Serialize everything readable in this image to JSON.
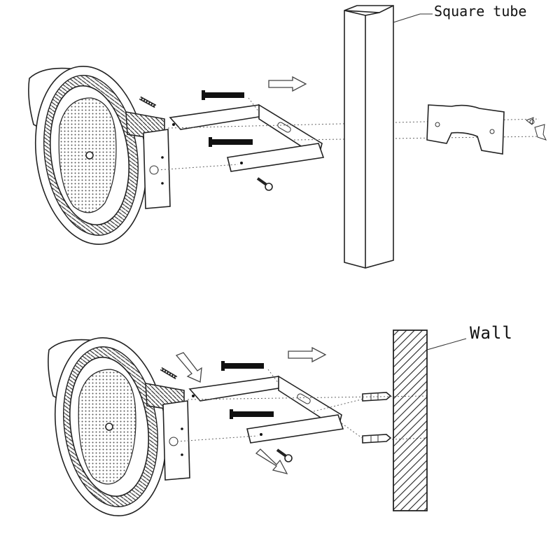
{
  "labels": {
    "square_tube": "Square tube",
    "wall": "Wall"
  },
  "panels": [
    {
      "name": "square-tube-installation"
    },
    {
      "name": "wall-installation"
    }
  ]
}
